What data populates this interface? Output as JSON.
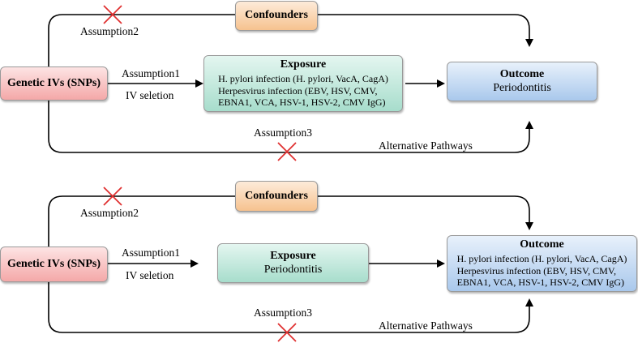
{
  "colors": {
    "ivs_fill": "#f4a8a8",
    "confounders_fill": "#f6c28f",
    "exposure_fill": "#a7ddcc",
    "outcome_fill": "#a9c8ec",
    "cross": "#e03030",
    "arrow": "#000000"
  },
  "panels": [
    {
      "ivs": "Genetic IVs (SNPs)",
      "confounders": "Confounders",
      "exposure": {
        "title": "Exposure",
        "lines": [
          "H. pylori infection (H. pylori, VacA, CagA)",
          "Herpesvirus infection (EBV, HSV, CMV,",
          "EBNA1, VCA, HSV-1, HSV-2, CMV IgG)"
        ]
      },
      "outcome": {
        "title": "Outcome",
        "lines": [
          "Periodontitis"
        ]
      },
      "assumption1": "Assumption1",
      "iv_selection": "IV seletion",
      "assumption2": "Assumption2",
      "assumption3": "Assumption3",
      "alternative": "Alternative Pathways"
    },
    {
      "ivs": "Genetic IVs (SNPs)",
      "confounders": "Confounders",
      "exposure": {
        "title": "Exposure",
        "lines": [
          "Periodontitis"
        ]
      },
      "outcome": {
        "title": "Outcome",
        "lines": [
          "H. pylori infection (H. pylori, VacA, CagA)",
          "Herpesvirus infection (EBV, HSV, CMV,",
          "EBNA1, VCA, HSV-1, HSV-2, CMV IgG)"
        ]
      },
      "assumption1": "Assumption1",
      "iv_selection": "IV seletion",
      "assumption2": "Assumption2",
      "assumption3": "Assumption3",
      "alternative": "Alternative Pathways"
    }
  ]
}
